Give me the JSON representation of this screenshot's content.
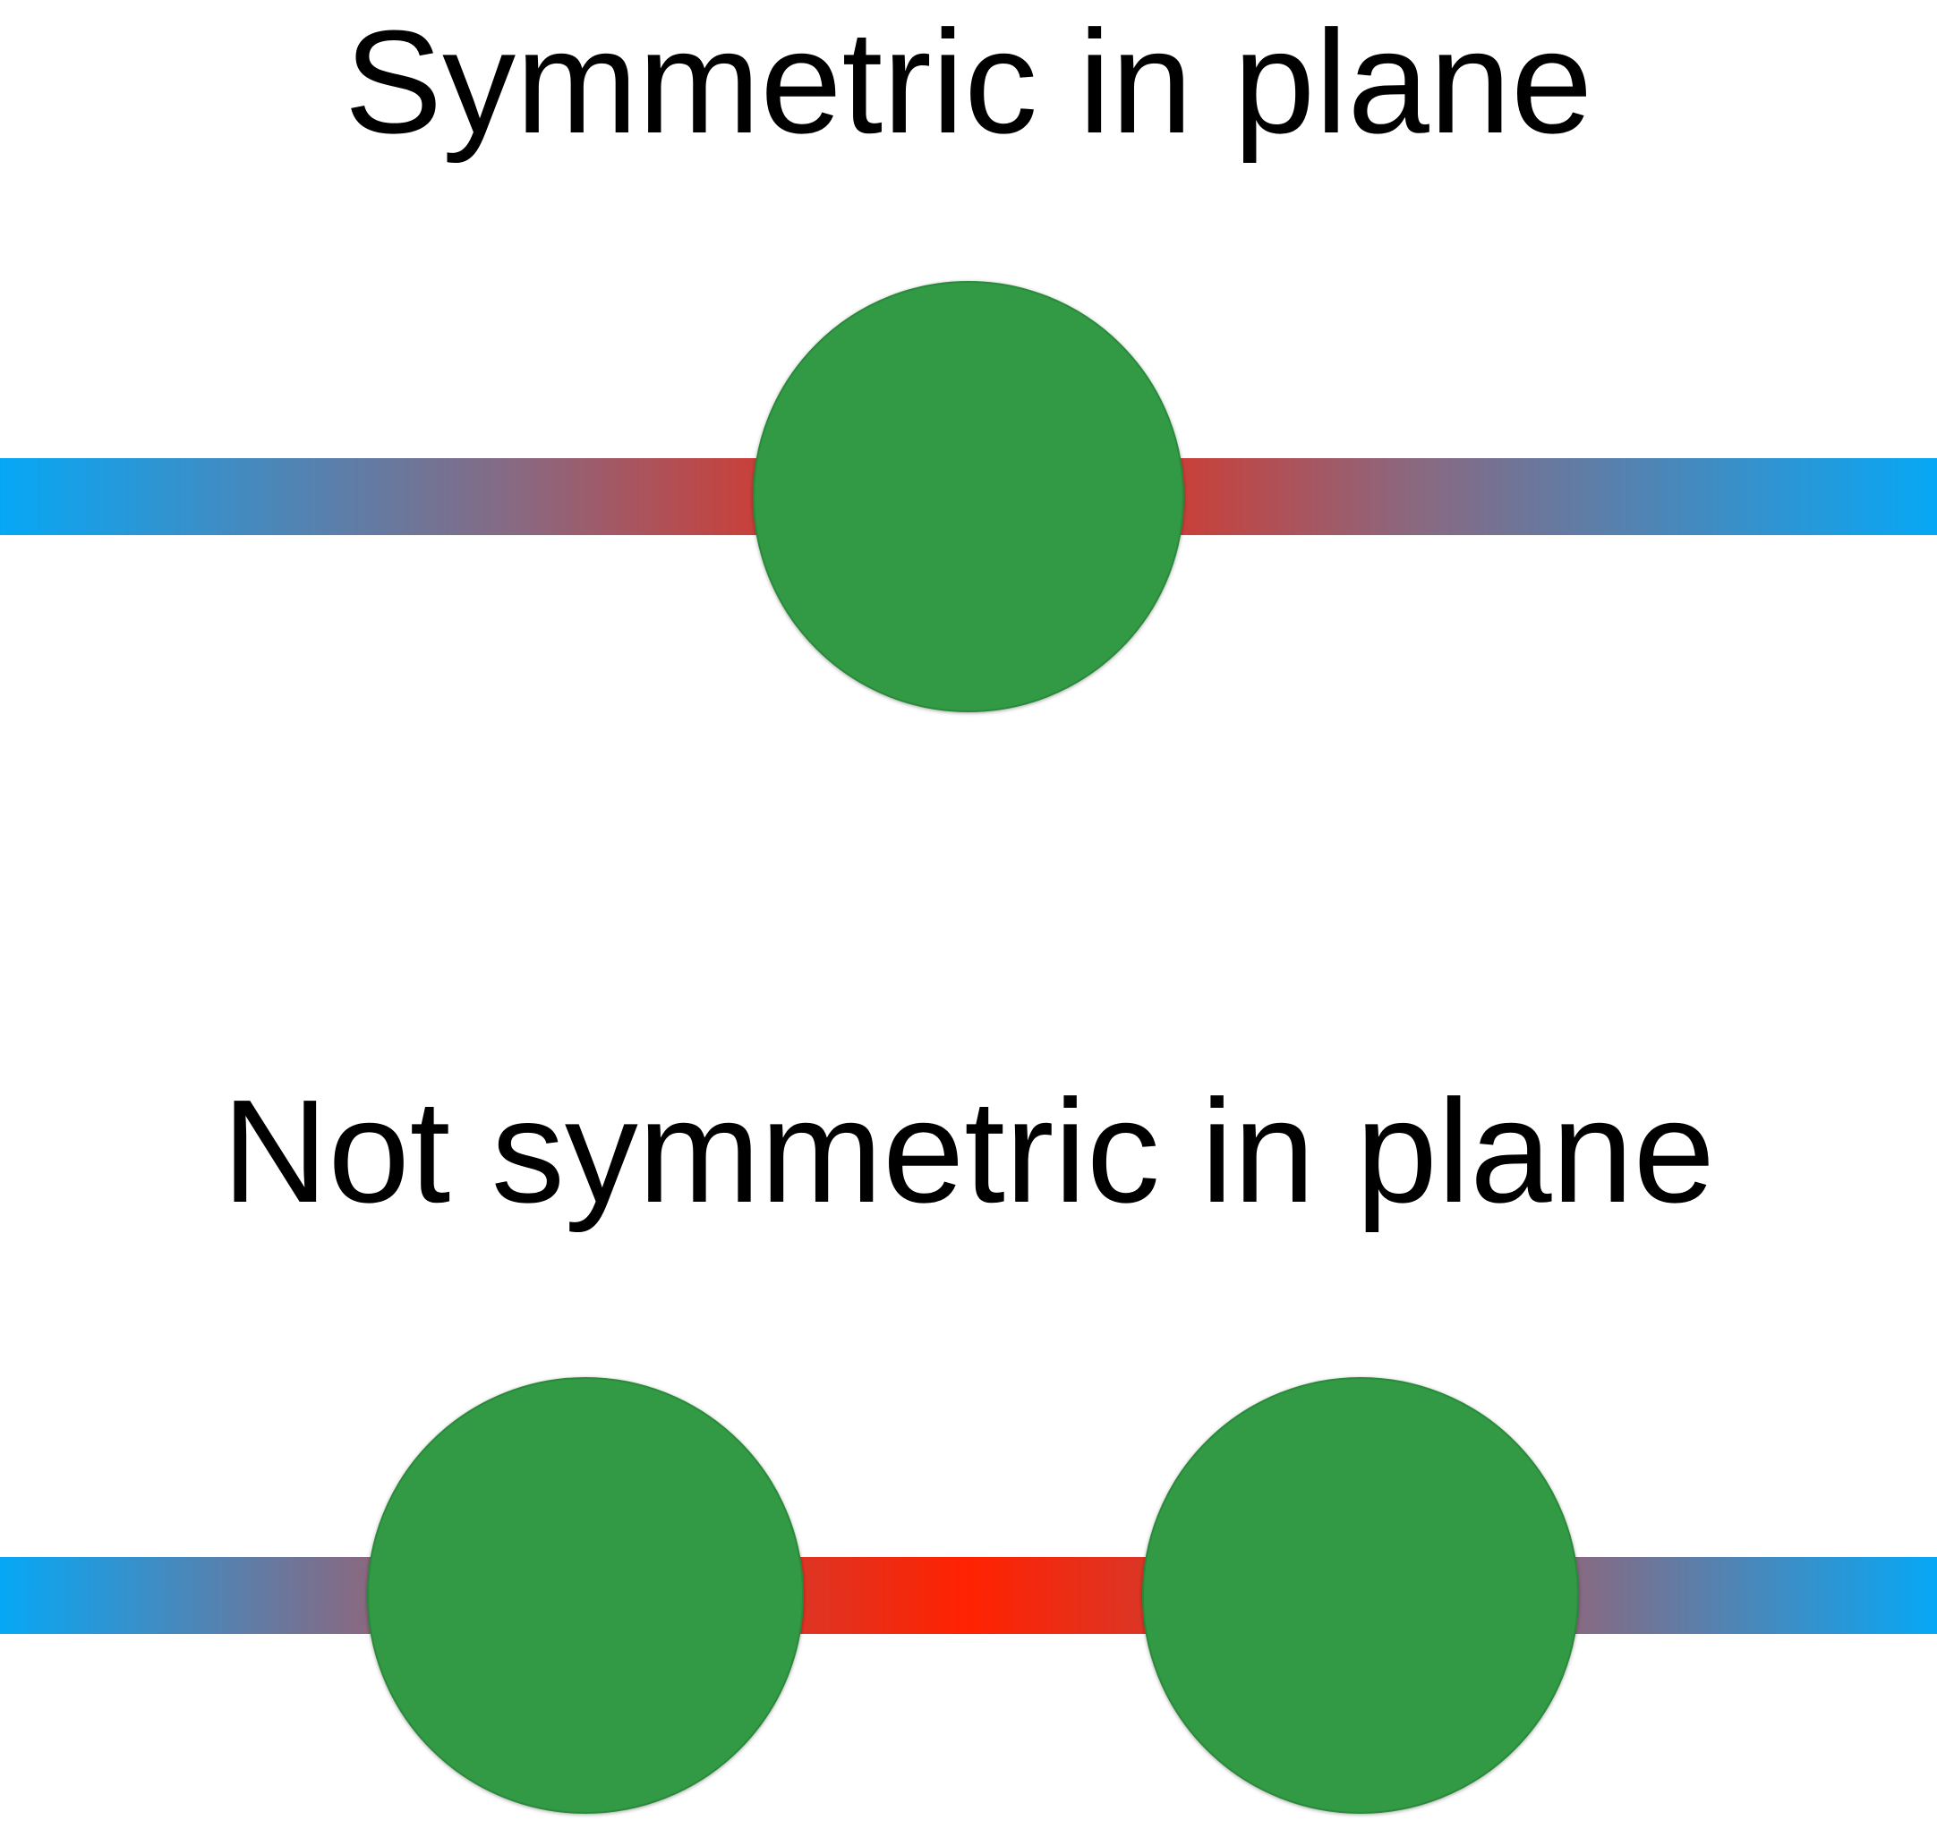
{
  "panels": [
    {
      "title": "Symmetric in plane",
      "atom_count": 1
    },
    {
      "title": "Not symmetric in plane",
      "atom_count": 2
    }
  ],
  "colors": {
    "background": "#ffffff",
    "text": "#000000",
    "atom_fill": "#339944",
    "atom_edge": "#2a8a3a",
    "field_far": "#06a8f6",
    "field_mid": "#8a6880",
    "field_near": "#c9403a",
    "field_peak": "#ff2200"
  },
  "icons": {
    "atom": "green-circle",
    "field_line": "gradient-bar"
  }
}
